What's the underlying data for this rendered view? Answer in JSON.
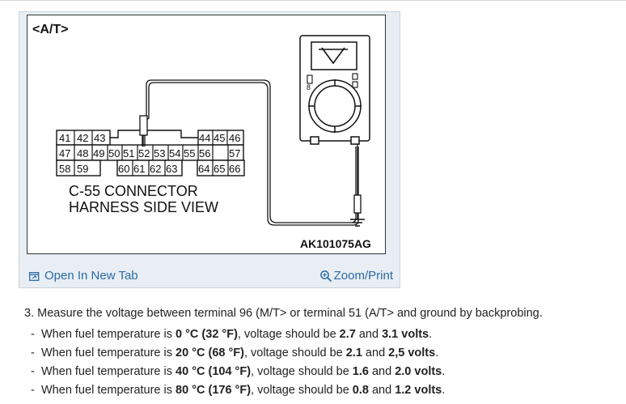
{
  "diagram": {
    "corner_label": "<A/T>",
    "connector_title": "C-55 CONNECTOR",
    "connector_subtitle": "HARNESS SIDE VIEW",
    "figure_code": "AK101075AG",
    "row1": [
      "41",
      "42",
      "43",
      "44",
      "45",
      "46"
    ],
    "row2": [
      "47",
      "48",
      "49",
      "50",
      "51",
      "52",
      "53",
      "54",
      "55",
      "56",
      "57"
    ],
    "row3": [
      "58",
      "59",
      "60",
      "61",
      "62",
      "63",
      "64",
      "65",
      "66"
    ]
  },
  "toolbar": {
    "open_tab_label": "Open In New Tab",
    "zoom_print_label": "Zoom/Print"
  },
  "instructions": {
    "step": "3. Measure the voltage between terminal 96 (M/T> or terminal 51 (A/T> and ground by backprobing.",
    "items": [
      {
        "a": "When fuel temperature is ",
        "temp": "0 °C (32 °F)",
        "b": ", voltage should be ",
        "v1": "2.7",
        "c": " and ",
        "v2": "3.1 volts",
        "d": "."
      },
      {
        "a": "When fuel temperature is ",
        "temp": "20 °C (68 °F)",
        "b": ", voltage should be ",
        "v1": "2.1",
        "c": " and ",
        "v2": "2,5 volts",
        "d": "."
      },
      {
        "a": "When fuel temperature is ",
        "temp": "40 °C (104 °F)",
        "b": ", voltage should be ",
        "v1": "1.6",
        "c": " and ",
        "v2": "2.0 volts",
        "d": "."
      },
      {
        "a": "When fuel temperature is ",
        "temp": "80 °C (176 °F)",
        "b": ", voltage should be ",
        "v1": "0.8",
        "c": " and ",
        "v2": "1.2 volts",
        "d": "."
      }
    ]
  }
}
